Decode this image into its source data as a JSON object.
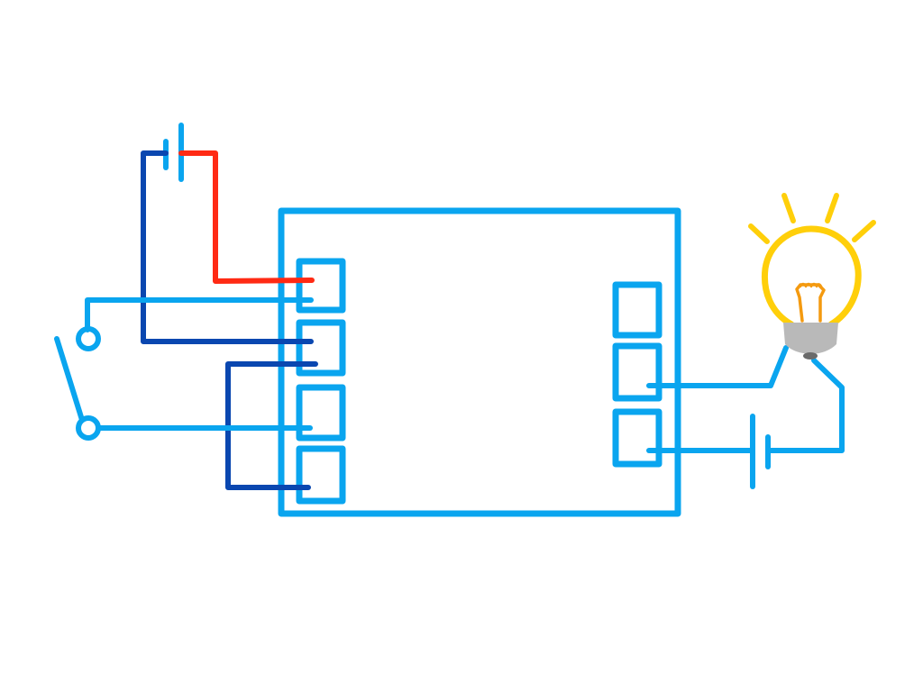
{
  "diagram": {
    "type": "wiring-diagram",
    "description_visible_text": "",
    "components": {
      "relay_module": {
        "input_terminals": 4,
        "output_terminals": 3
      },
      "control_battery": {
        "cells": 1
      },
      "load_battery": {
        "cells": 1
      },
      "switch": {
        "state": "open"
      },
      "lamp": {
        "state": "lit"
      }
    },
    "colors": {
      "module": "#0aa5ef",
      "wire_light": "#0aa5ef",
      "wire_dark": "#0a47b0",
      "wire_red": "#ff2a14",
      "bulb_glass": "#ffcf0a",
      "bulb_rays": "#ffcf0a",
      "filament": "#f49a10",
      "bulb_base": "#b9b9b9",
      "bulb_tip": "#6a6a6a"
    }
  }
}
